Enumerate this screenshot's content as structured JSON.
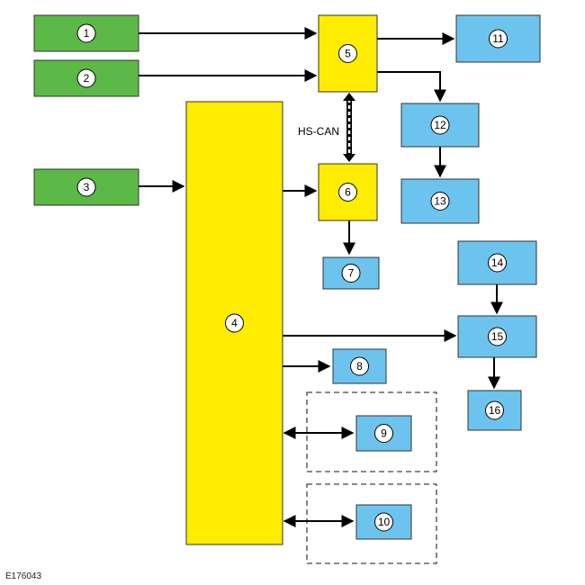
{
  "diagram": {
    "figure_code": "E176043",
    "bus_label": "HS-CAN",
    "colors": {
      "input": "#5cb947",
      "module": "#ffec00",
      "output": "#6cc4ee",
      "outline": "#333333",
      "badge": "#ffffff"
    },
    "blocks": {
      "b1": "1",
      "b2": "2",
      "b3": "3",
      "b4": "4",
      "b5": "5",
      "b6": "6",
      "b7": "7",
      "b8": "8",
      "b9": "9",
      "b10": "10",
      "b11": "11",
      "b12": "12",
      "b13": "13",
      "b14": "14",
      "b15": "15",
      "b16": "16"
    }
  }
}
